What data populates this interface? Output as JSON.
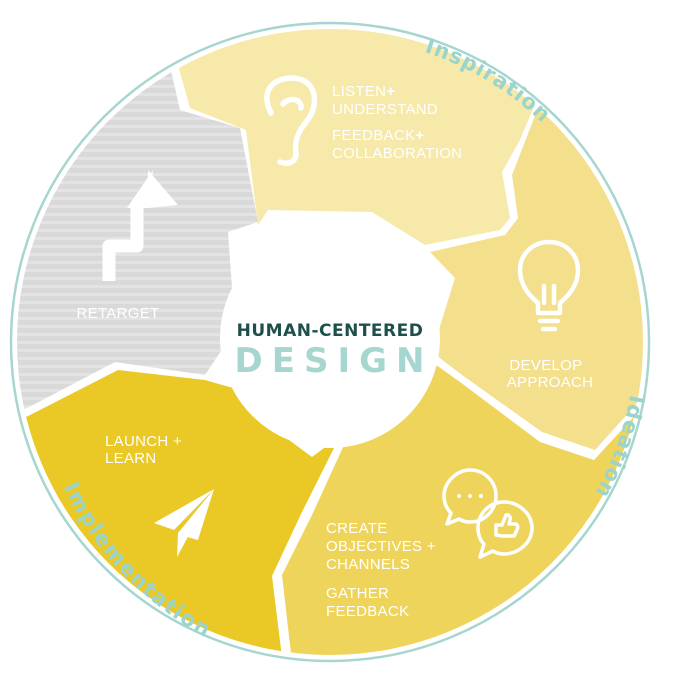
{
  "center": {
    "title": "HUMAN-CENTERED",
    "subtitle": "DESIGN"
  },
  "phases": {
    "inspiration": "Inspiration",
    "ideation": "Ideation",
    "implementation": "Implementation"
  },
  "segments": {
    "listen": {
      "line1": "LISTEN",
      "plus1": "+",
      "line2": "UNDERSTAND",
      "line3": "FEEDBACK",
      "plus2": "+",
      "line4": "COLLABORATION",
      "icon": "ear-icon"
    },
    "develop": {
      "line1": "DEVELOP",
      "line2": "APPROACH",
      "icon": "lightbulb-icon"
    },
    "create": {
      "line1": "CREATE",
      "line2": "OBJECTIVES +",
      "line3": "CHANNELS",
      "line4": "GATHER",
      "line5": "FEEDBACK",
      "icon": "chat-bubbles-icon"
    },
    "launch": {
      "line1": "LAUNCH +",
      "line2": "LEARN",
      "icon": "paper-plane-icon"
    },
    "retarget": {
      "line1": "RETARGET",
      "icon": "turn-arrow-icon"
    }
  },
  "colors": {
    "listen": "#f6e9a9",
    "develop": "#f3df8c",
    "create": "#efd45c",
    "launch": "#eac826",
    "retarget": "#d9d9d9",
    "ring": "#a6d6cf",
    "accent": "#9bd4cc",
    "title": "#1f4f4b"
  }
}
